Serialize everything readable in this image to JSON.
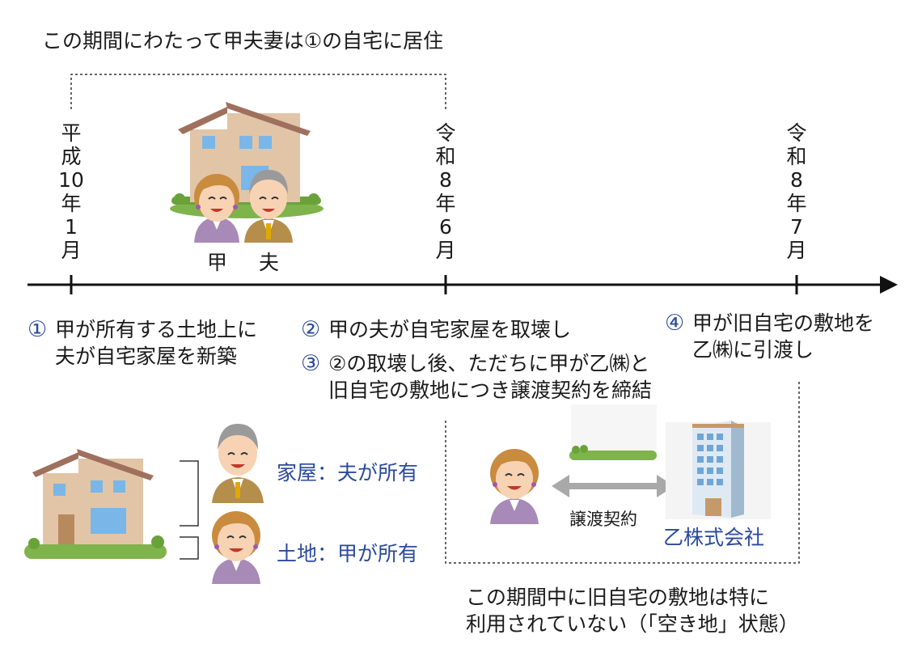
{
  "top_caption": "この期間にわたって甲夫妻は①の自宅に居住",
  "timeline": {
    "dates": [
      {
        "label": "平成10年1月",
        "chars": [
          "平",
          "成",
          "10",
          "年",
          "1",
          "月"
        ]
      },
      {
        "label": "令和8年6月",
        "chars": [
          "令",
          "和",
          "8",
          "年",
          "6",
          "月"
        ]
      },
      {
        "label": "令和8年7月",
        "chars": [
          "令",
          "和",
          "8",
          "年",
          "7",
          "月"
        ]
      }
    ]
  },
  "people": {
    "wife": "甲",
    "husband": "夫"
  },
  "events": [
    {
      "number": "①",
      "lines": [
        "甲が所有する土地上に",
        "夫が自宅家屋を新築"
      ]
    },
    {
      "number": "②",
      "lines": [
        "甲の夫が自宅家屋を取壊し"
      ]
    },
    {
      "number": "③",
      "lines": [
        "②の取壊し後、ただちに甲が乙㈱と",
        "旧自宅の敷地につき譲渡契約を締結"
      ]
    },
    {
      "number": "④",
      "lines": [
        "甲が旧自宅の敷地を",
        "乙㈱に引渡し"
      ]
    }
  ],
  "ownership": {
    "house": "家屋：夫が所有",
    "land": "土地：甲が所有"
  },
  "transfer": {
    "contract_label": "譲渡契約",
    "company": "乙株式会社"
  },
  "bottom_caption": [
    "この期間中に旧自宅の敷地は特に",
    "利用されていない（「空き地」状態）"
  ],
  "colors": {
    "accent_blue": "#2b4a9b",
    "house_wall": "#e2c5a6",
    "roof": "#a0705e",
    "window": "#7ab6e8",
    "lawn": "#7fb34b",
    "arrow_gray": "#a9a9a9",
    "wife_suit": "#a78ab7",
    "husband_suit": "#b58e4c"
  },
  "icons": [
    "house-icon",
    "wife-icon",
    "husband-icon",
    "building-icon",
    "vacant-lot-icon",
    "double-arrow-icon"
  ]
}
